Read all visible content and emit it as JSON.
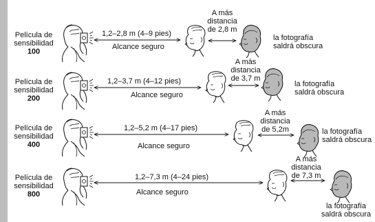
{
  "film_label_line1": "Película de",
  "film_label_line2": "sensibilidad",
  "dark_note_line1": "la fotografía",
  "dark_note_line2": "saldrá obscura",
  "far_prefix_line1": "A más",
  "far_prefix_line2": "distancia",
  "safe_range_label": "Alcance seguro",
  "rows": [
    {
      "iso": "100",
      "range": "1,2–2,8 m (4–9 pies)",
      "far": "de 2,8 m"
    },
    {
      "iso": "200",
      "range": "1,2–3,7 m (4–12 pies)",
      "far": "de 3,7 m"
    },
    {
      "iso": "400",
      "range": "1,2–5,2 m (4–17 pies)",
      "far": "de 5,2m"
    },
    {
      "iso": "800",
      "range": "1,2–7,3 m (4–24 pies)",
      "far": "de 7,3 m"
    }
  ],
  "colors": {
    "sidebar": "#bdbdbd",
    "ink": "#111111",
    "shade": "#b8b8b8"
  }
}
